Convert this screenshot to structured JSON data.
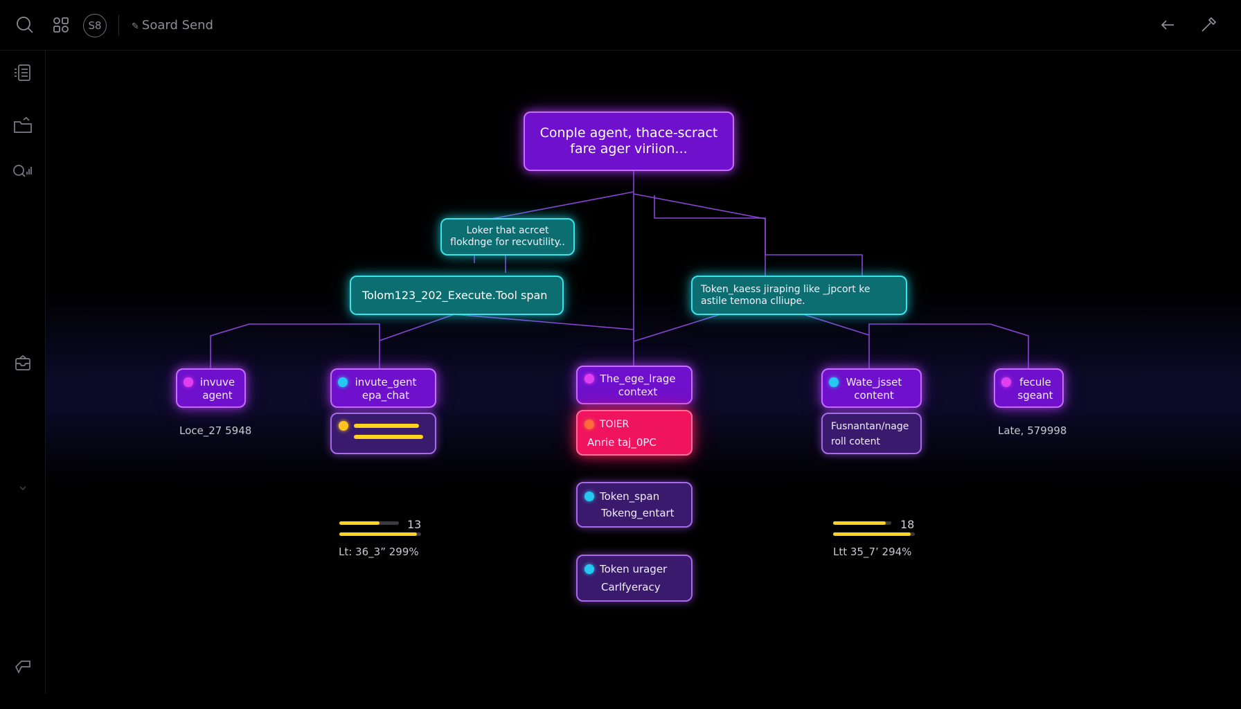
{
  "toolbar": {
    "badge": "S8",
    "app_title": "Soard Send",
    "icons": [
      "search-icon",
      "apps-icon",
      "back-arrow-icon",
      "edit-pen-icon"
    ]
  },
  "sidebar": {
    "icons": [
      "list-icon",
      "folder-icon",
      "search-stats-icon",
      "inbox-icon",
      "collapse-chevron-icon",
      "tag-icon"
    ]
  },
  "trace": {
    "root": "Conple agent, thace-scract fare ager viriion...",
    "teal_upper": "Loker that acrcet flokdnge for recvutility..",
    "teal_left": "Tolom123_202_Execute.Tool span",
    "teal_right": "Token_kaess jiraping like _jpcort ke astile temona clliupe.",
    "leaves": {
      "invuve_agent": "invuve agent",
      "invute_gent": "invute_gent epa_chat",
      "the_ege": "The_ege_lrage context",
      "wate_jsset": "Wate_jsset content",
      "fecule": "fecule sgeant"
    },
    "error_node": {
      "title": "TOIER",
      "detail": "Anrie taj_0PC"
    },
    "token_span": {
      "line1": "Token_span",
      "line2": "Tokeng_entart"
    },
    "token_urager": {
      "line1": "Token urager",
      "line2": "Carlfyeracy"
    },
    "fusnantan": "Fusnantan/nage roll cotent",
    "labels": {
      "left": "Loce_27 5948",
      "right": "Late, 579998"
    },
    "stats_left": {
      "count": "13",
      "text": "Lt: 36_3” 299%",
      "bar_top": 0.68,
      "bar_bottom": 0.95
    },
    "stats_right": {
      "count": "18",
      "text": "Ltt 35_7’ 294%",
      "bar_top": 0.9,
      "bar_bottom": 0.95
    }
  },
  "colors": {
    "purple_node": "#6e10cc",
    "teal_node": "#0c6e70",
    "error_node": "#f0145e",
    "wire": "#9a4cf0",
    "dot_magenta": "#e040f0",
    "dot_cyan": "#25c8f0",
    "dot_orange": "#ff6b3c",
    "dot_yellow": "#ffc21f",
    "bar": "#ffd21f"
  }
}
